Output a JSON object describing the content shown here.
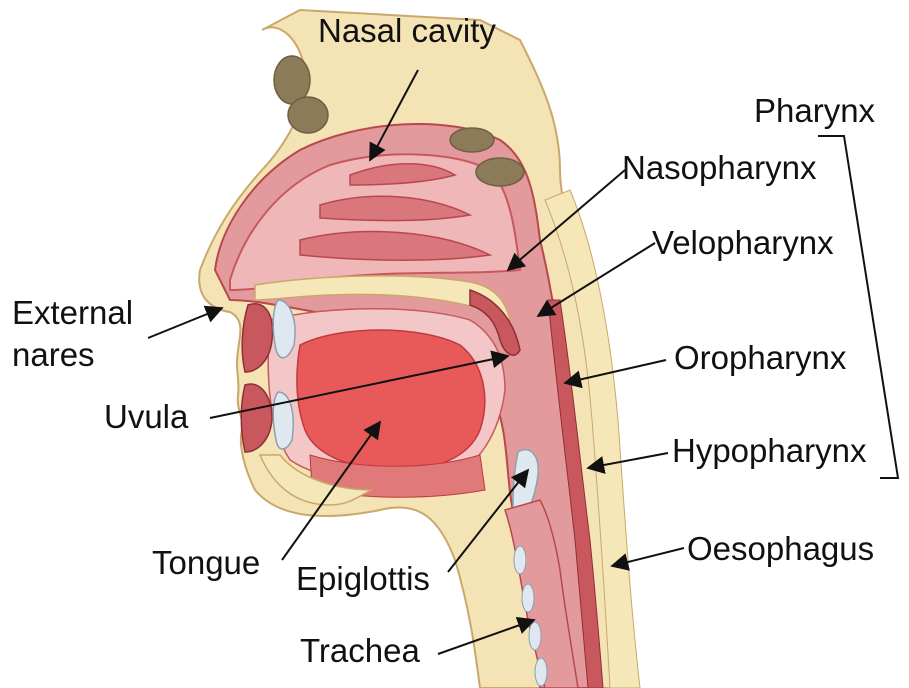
{
  "colors": {
    "background": "#ffffff",
    "skin": "#f4e3b5",
    "skin_outline": "#c9a86a",
    "tissue": "#e39a9c",
    "tissue_dark": "#c8585e",
    "tongue": "#e85a5a",
    "cavity": "#f3c7c7",
    "bone": "#f6e7b8",
    "sinus": "#8b7b58",
    "cartilage": "#dfe8ee",
    "arrow": "#111111"
  },
  "labels": {
    "nasal_cavity": "Nasal cavity",
    "pharynx": "Pharynx",
    "nasopharynx": "Nasopharynx",
    "velopharynx": "Velopharynx",
    "external_nares_line1": "External",
    "external_nares_line2": "nares",
    "oropharynx": "Oropharynx",
    "uvula": "Uvula",
    "hypopharynx": "Hypopharynx",
    "tongue": "Tongue",
    "epiglottis": "Epiglottis",
    "oesophagus": "Oesophagus",
    "trachea": "Trachea"
  }
}
